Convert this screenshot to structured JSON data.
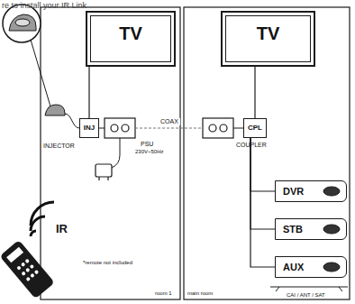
{
  "diagram": {
    "nodes": [
      {
        "text": [
          "TV"
        ]
      },
      {
        "text": [
          "INJ"
        ]
      },
      {
        "text": [
          "TV"
        ]
      },
      {
        "text": [
          "CPL"
        ]
      },
      {
        "text": [
          "DVR"
        ]
      },
      {
        "text": [
          "STB"
        ]
      },
      {
        "text": [
          "AUX"
        ]
      }
    ],
    "edges": [
      {
        "from": 1,
        "to": 0,
        "arrow": "none"
      },
      {
        "from": 3,
        "to": 2,
        "arrow": "none"
      },
      {
        "from": 3,
        "to": 4,
        "arrow": "none"
      },
      {
        "from": 3,
        "to": 5,
        "arrow": "none"
      },
      {
        "from": 3,
        "to": 6,
        "arrow": "none"
      }
    ],
    "labels": [
      "re to install your IR Link",
      "INJECTOR",
      "PSU",
      "230V~50Hz",
      "COAX",
      "COUPLER",
      "IR",
      "*remote not included",
      "room 1",
      "main room",
      "CAI / ANT / SAT"
    ]
  }
}
